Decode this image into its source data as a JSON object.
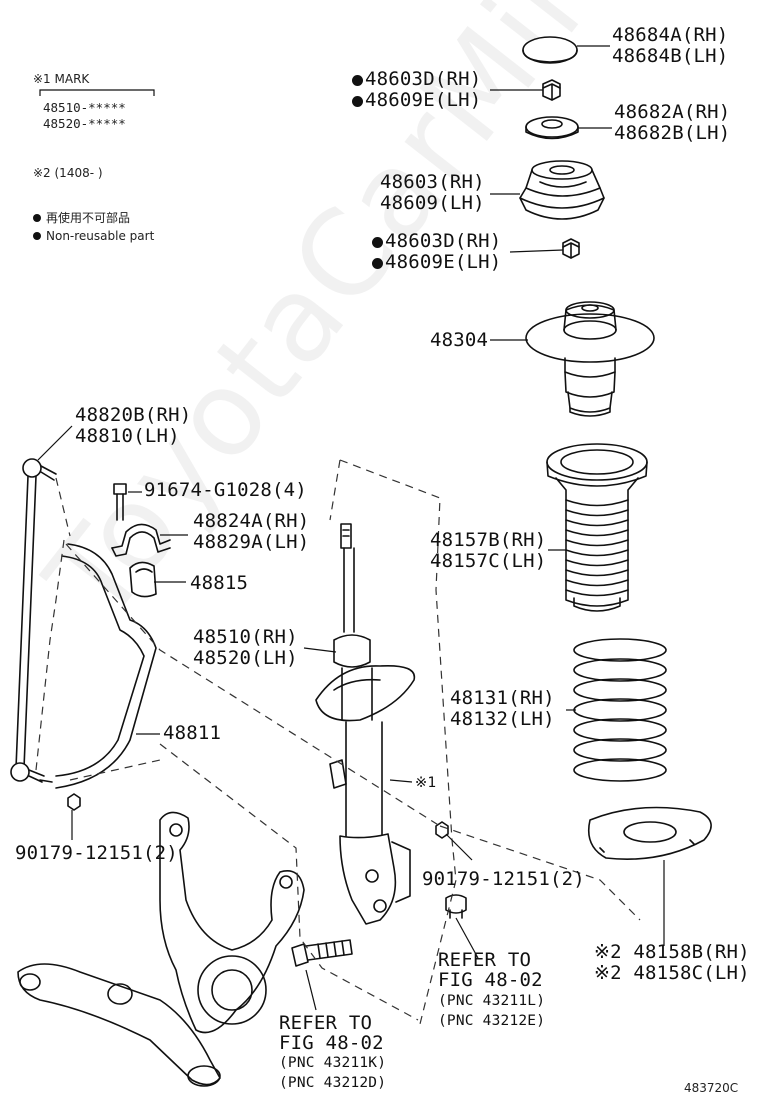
{
  "watermark": "ToyotaCarMine.ru",
  "notes": {
    "mark_title": "※1 MARK",
    "mark_line1": "48510-*****",
    "mark_line2": "48520-*****",
    "date_note": "※2 (1408-      )",
    "legend_jp": "再使用不可部品",
    "legend_en": "Non-reusable part"
  },
  "parts": {
    "p48684a": "48684A(RH)",
    "p48684b": "48684B(LH)",
    "p48603d_top": "48603D(RH)",
    "p48609e_top": "48609E(LH)",
    "p48682a": "48682A(RH)",
    "p48682b": "48682B(LH)",
    "p48603": "48603(RH)",
    "p48609": "48609(LH)",
    "p48603d_bot": "48603D(RH)",
    "p48609e_bot": "48609E(LH)",
    "p48304": "48304",
    "p48820b": "48820B(RH)",
    "p48810": "48810(LH)",
    "p91674": "91674-G1028(4)",
    "p48824a": "48824A(RH)",
    "p48829a": "48829A(LH)",
    "p48815": "48815",
    "p48157b": "48157B(RH)",
    "p48157c": "48157C(LH)",
    "p48510": "48510(RH)",
    "p48520": "48520(LH)",
    "p48131": "48131(RH)",
    "p48132": "48132(LH)",
    "p48811": "48811",
    "mark1": "※1",
    "p90179_left": "90179-12151(2)",
    "p90179_right": "90179-12151(2)",
    "p48158b": "※2 48158B(RH)",
    "p48158c": "※2 48158C(LH)",
    "refer_r1": "REFER TO",
    "refer_r2": "FIG 48-02",
    "refer_r3": "(PNC 43211L)",
    "refer_r4": "(PNC 43212E)",
    "refer_l1": "REFER TO",
    "refer_l2": "FIG 48-02",
    "refer_l3": "(PNC 43211K)",
    "refer_l4": "(PNC 43212D)"
  },
  "figure_code": "483720C"
}
